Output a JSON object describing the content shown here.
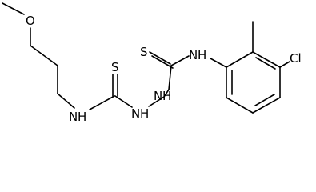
{
  "molecule": {
    "atoms": {
      "o_methoxy": "O",
      "s_left": "S",
      "s_right": "S",
      "n_propyl": "N",
      "h_propyl": "H",
      "n_hydrazine_1": "N",
      "h_hydrazine_1": "H",
      "n_hydrazine_2": "N",
      "h_hydrazine_2": "H",
      "n_aryl": "N",
      "h_aryl": "H",
      "cl": "Cl"
    }
  }
}
